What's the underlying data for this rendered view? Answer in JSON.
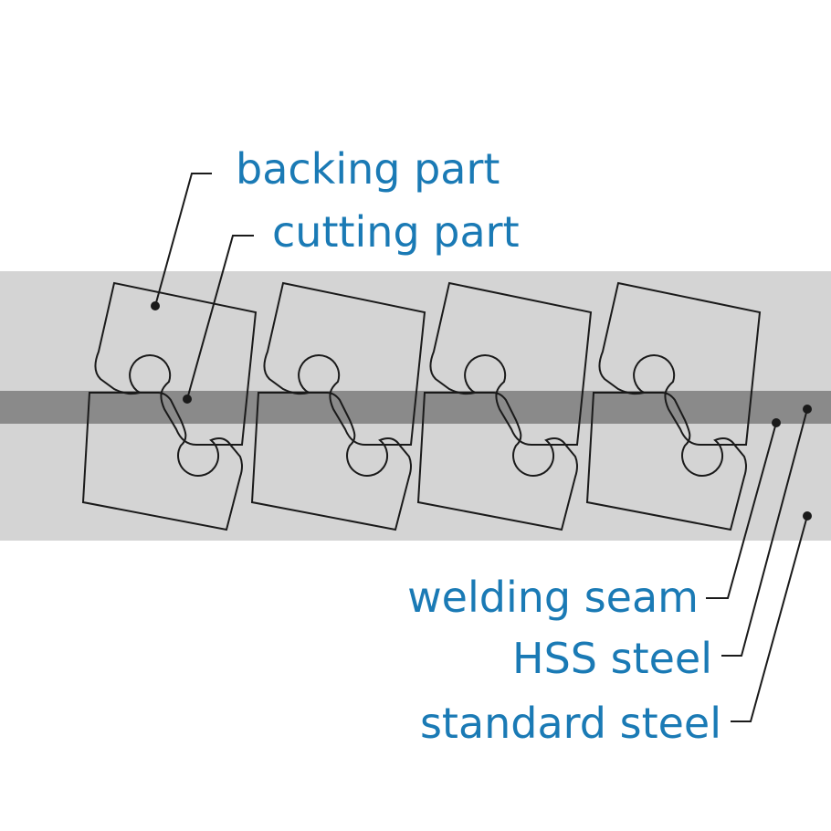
{
  "colors": {
    "label": "#1a7ab5",
    "strip": "#d4d4d4",
    "seam": "#8a8a8a",
    "outline": "#1a1a1a",
    "background": "#ffffff"
  },
  "labels": {
    "backing_part": "backing part",
    "cutting_part": "cutting part",
    "welding_seam": "welding seam",
    "hss_steel": "HSS steel",
    "standard_steel": "standard steel"
  }
}
